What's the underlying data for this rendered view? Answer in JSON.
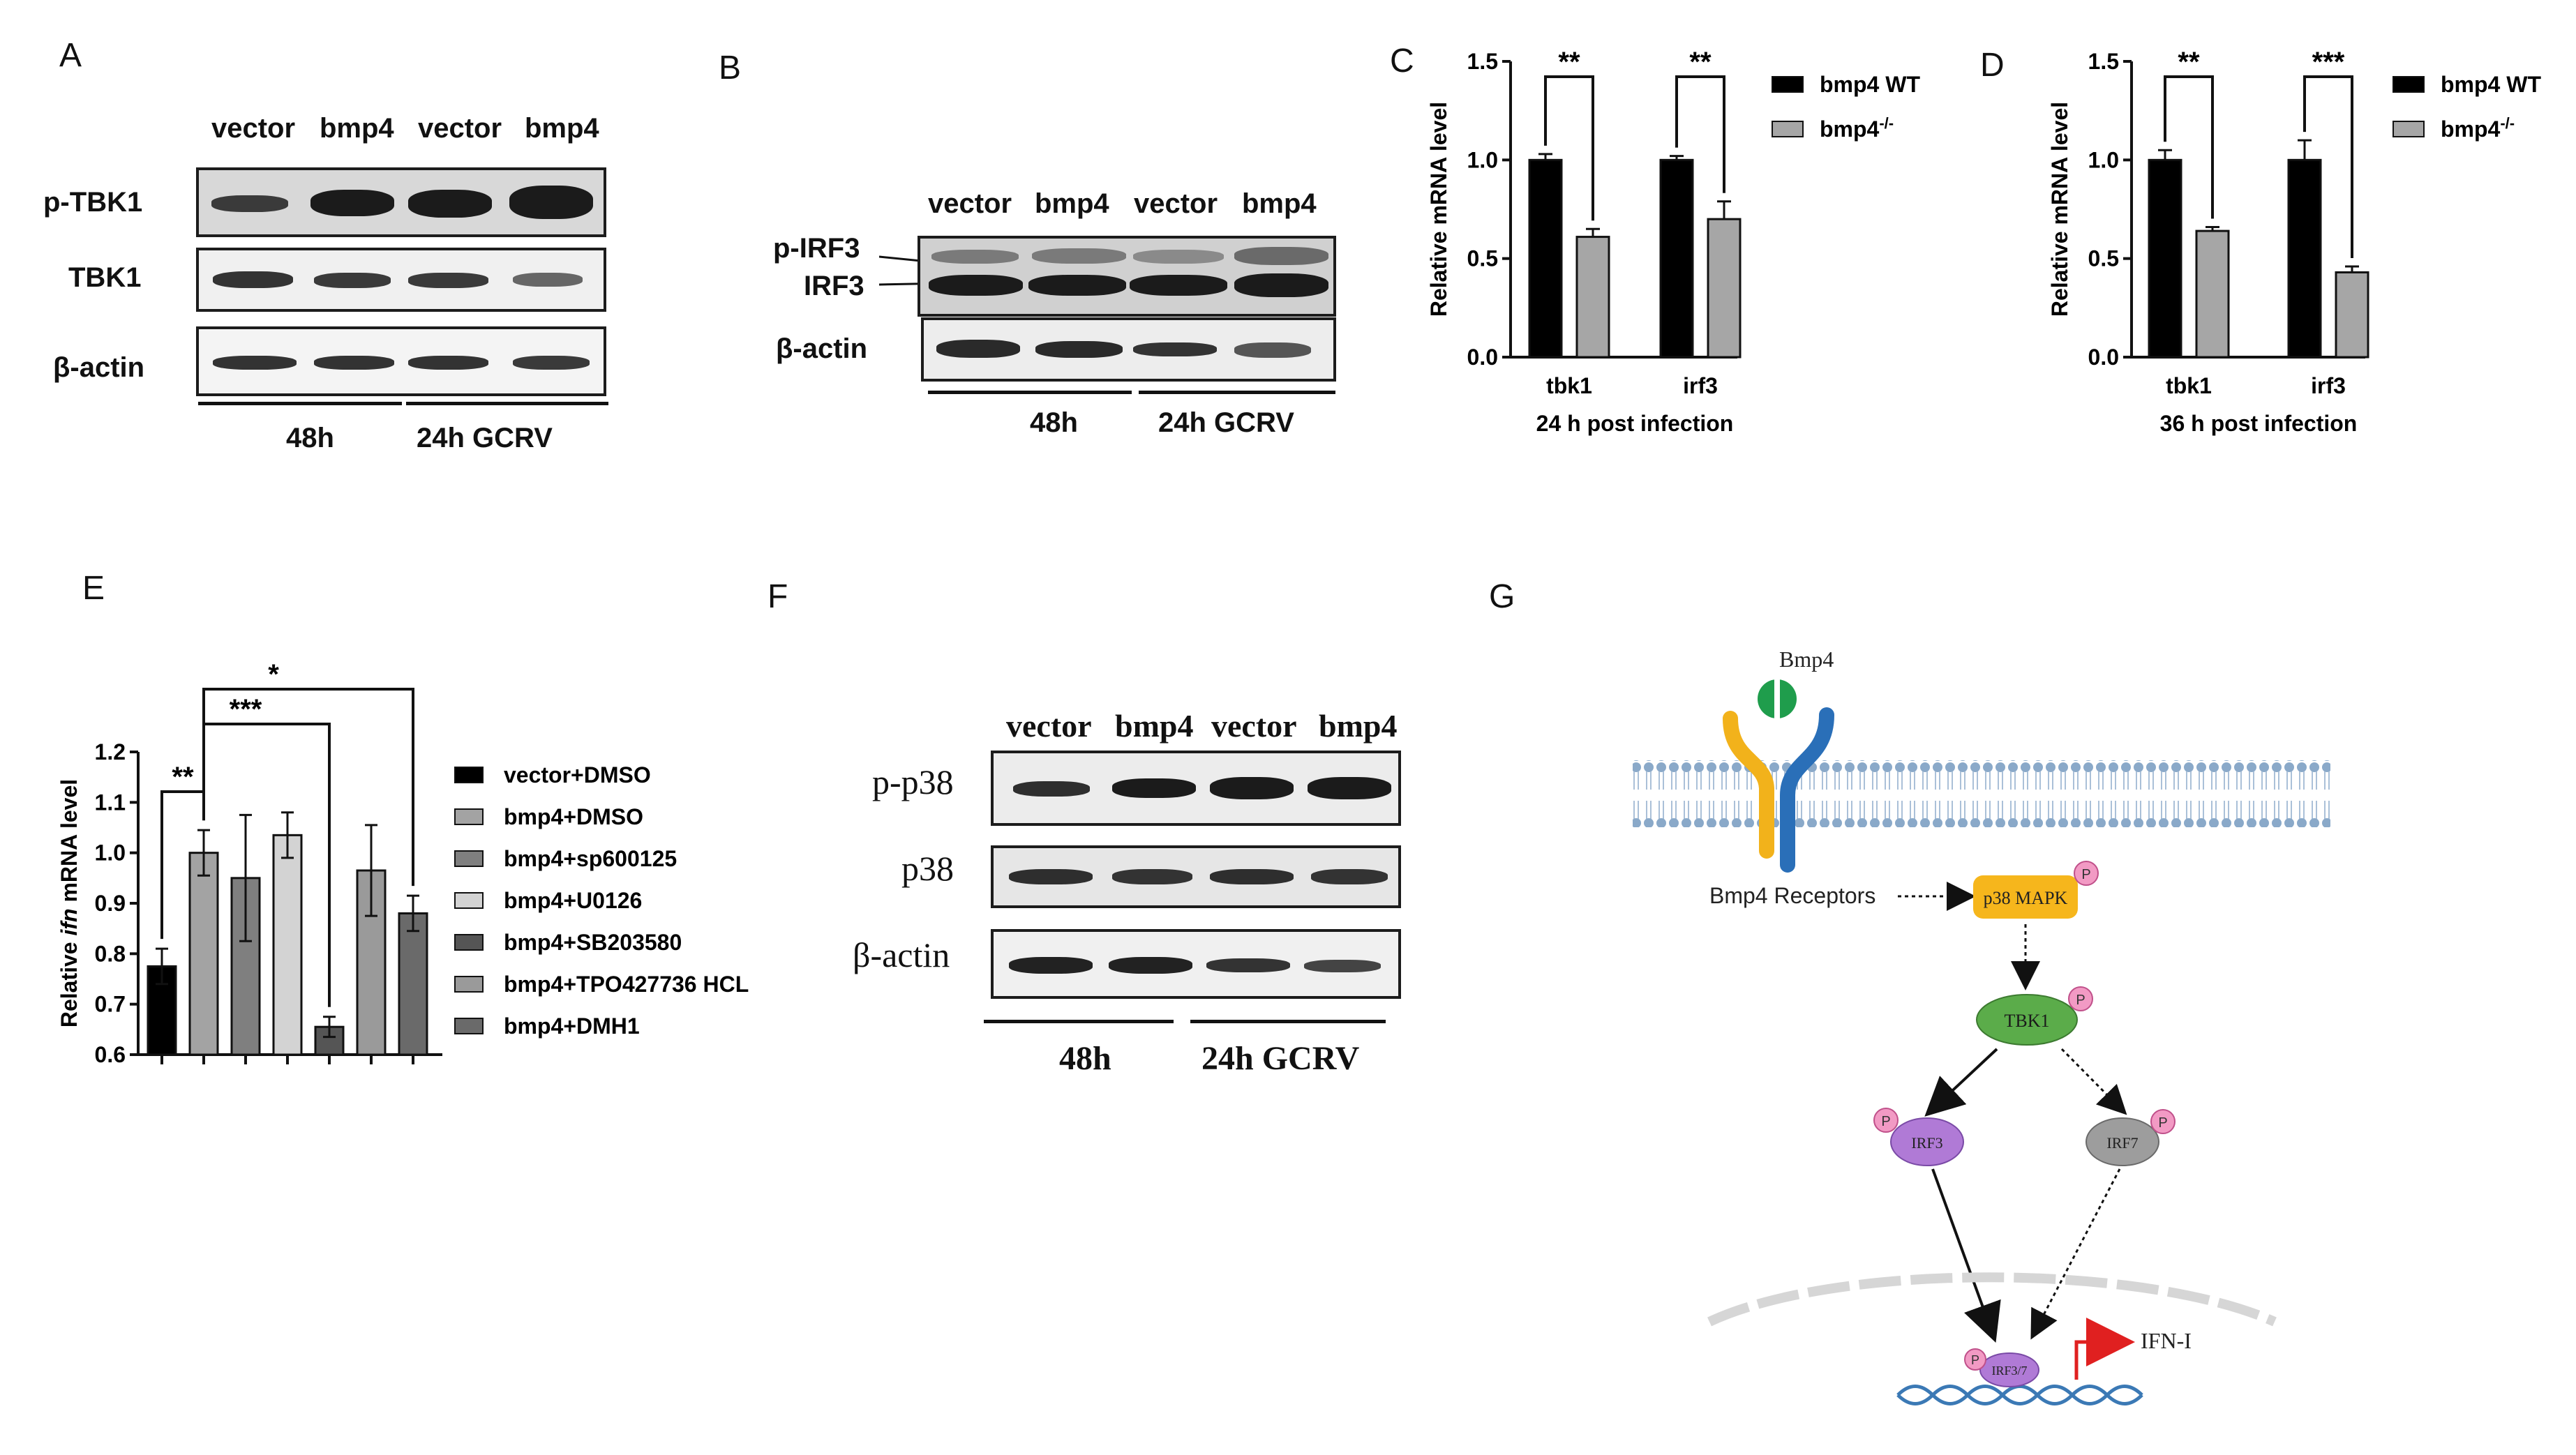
{
  "panels": {
    "A": {
      "label": "A",
      "lanes": [
        "vector",
        "bmp4",
        "vector",
        "bmp4"
      ],
      "rows": [
        "p-TBK1",
        "TBK1",
        "β-actin"
      ],
      "conditions": [
        "48h",
        "24h GCRV"
      ]
    },
    "B": {
      "label": "B",
      "lanes": [
        "vector",
        "bmp4",
        "vector",
        "bmp4"
      ],
      "rows": [
        "p-IRF3",
        "IRF3",
        "β-actin"
      ],
      "conditions": [
        "48h",
        "24h GCRV"
      ]
    },
    "C": {
      "label": "C"
    },
    "D": {
      "label": "D"
    },
    "E": {
      "label": "E"
    },
    "F": {
      "label": "F",
      "lanes": [
        "vector",
        "bmp4",
        "vector",
        "bmp4"
      ],
      "rows": [
        "p-p38",
        "p38",
        "β-actin"
      ],
      "conditions": [
        "48h",
        "24h GCRV"
      ]
    },
    "G": {
      "label": "G",
      "ligand": "Bmp4",
      "receptors": "Bmp4 Receptors",
      "p38": "p38 MAPK",
      "tbk1": "TBK1",
      "irf3": "IRF3",
      "irf7": "IRF7",
      "irf37": "IRF3/7",
      "p": "P",
      "ifn": "IFN-I"
    }
  },
  "chart_data": [
    {
      "panel": "C",
      "type": "bar",
      "categories": [
        "tbk1",
        "irf3"
      ],
      "xlabel": "24 h post infection",
      "ylabel": "Relative mRNA level",
      "ylim": [
        0,
        1.5
      ],
      "yticks": [
        "0.0",
        "0.5",
        "1.0",
        "1.5"
      ],
      "series": [
        {
          "name": "bmp4 WT",
          "color": "#000000",
          "values": [
            1.0,
            1.0
          ],
          "errors": [
            0.03,
            0.02
          ]
        },
        {
          "name": "bmp4-/-",
          "color": "#a6a6a6",
          "values": [
            0.61,
            0.7
          ],
          "errors": [
            0.04,
            0.09
          ]
        }
      ],
      "significance": [
        "**",
        "**"
      ],
      "legend": "top-right"
    },
    {
      "panel": "D",
      "type": "bar",
      "categories": [
        "tbk1",
        "irf3"
      ],
      "xlabel": "36 h post infection",
      "ylabel": "Relative mRNA level",
      "ylim": [
        0,
        1.5
      ],
      "yticks": [
        "0.0",
        "0.5",
        "1.0",
        "1.5"
      ],
      "series": [
        {
          "name": "bmp4 WT",
          "color": "#000000",
          "values": [
            1.0,
            1.0
          ],
          "errors": [
            0.05,
            0.1
          ]
        },
        {
          "name": "bmp4-/-",
          "color": "#a6a6a6",
          "values": [
            0.64,
            0.43
          ],
          "errors": [
            0.02,
            0.03
          ]
        }
      ],
      "significance": [
        "**",
        "***"
      ],
      "legend": "top-right"
    },
    {
      "panel": "E",
      "type": "bar",
      "ylabel_pre": "Relative ",
      "ylabel_em": "ifn",
      "ylabel_post": " mRNA level",
      "ylim": [
        0.6,
        1.2
      ],
      "yticks": [
        "0.6",
        "0.7",
        "0.8",
        "0.9",
        "1.0",
        "1.1",
        "1.2"
      ],
      "series": [
        {
          "name": "vector+DMSO",
          "color": "#000000",
          "value": 0.775,
          "error": 0.035
        },
        {
          "name": "bmp4+DMSO",
          "color": "#a3a3a3",
          "value": 1.0,
          "error": 0.045
        },
        {
          "name": "bmp4+sp600125",
          "color": "#7f7f7f",
          "value": 0.95,
          "error": 0.125
        },
        {
          "name": "bmp4+U0126",
          "color": "#d3d3d3",
          "value": 1.035,
          "error": 0.045
        },
        {
          "name": "bmp4+SB203580",
          "color": "#555555",
          "value": 0.655,
          "error": 0.02
        },
        {
          "name": "bmp4+TPO427736 HCL",
          "color": "#9a9a9a",
          "value": 0.965,
          "error": 0.09
        },
        {
          "name": "bmp4+DMH1",
          "color": "#6a6a6a",
          "value": 0.88,
          "error": 0.035
        }
      ],
      "comparisons": [
        {
          "from": 0,
          "to": 1,
          "label": "**"
        },
        {
          "from": 1,
          "to": 4,
          "label": "***"
        },
        {
          "from": 1,
          "to": 6,
          "label": "*"
        }
      ],
      "legend": "right"
    }
  ]
}
